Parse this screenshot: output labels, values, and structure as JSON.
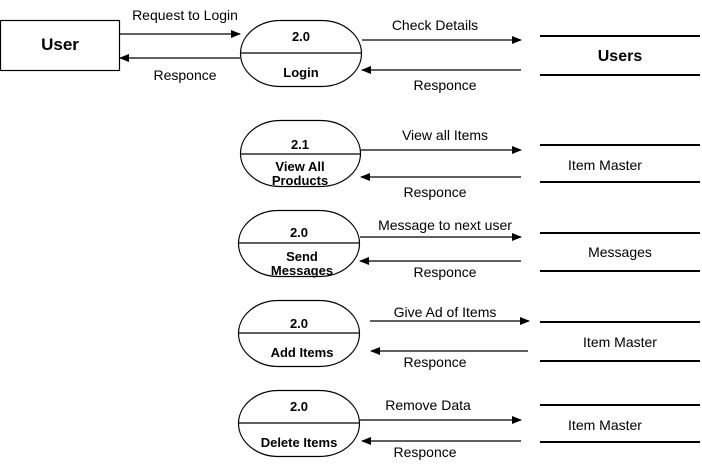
{
  "external_entity": {
    "label": "User"
  },
  "processes": [
    {
      "number": "2.0",
      "name_lines": [
        "Login"
      ]
    },
    {
      "number": "2.1",
      "name_lines": [
        "View All",
        "Products"
      ]
    },
    {
      "number": "2.0",
      "name_lines": [
        "Send",
        "Messages"
      ]
    },
    {
      "number": "2.0",
      "name_lines": [
        "Add Items"
      ]
    },
    {
      "number": "2.0",
      "name_lines": [
        "Delete Items"
      ]
    }
  ],
  "data_stores": [
    {
      "label": "Users"
    },
    {
      "label": "Item Master"
    },
    {
      "label": "Messages"
    },
    {
      "label": "Item Master"
    },
    {
      "label": "Item Master"
    }
  ],
  "flows": {
    "user_request": "Request to Login",
    "user_response": "Responce",
    "store_requests": [
      "Check Details",
      "View all Items",
      "Message to next user",
      "Give Ad of Items",
      "Remove Data"
    ],
    "store_responses": [
      "Responce",
      "Responce",
      "Responce",
      "Responce",
      "Responce"
    ]
  }
}
